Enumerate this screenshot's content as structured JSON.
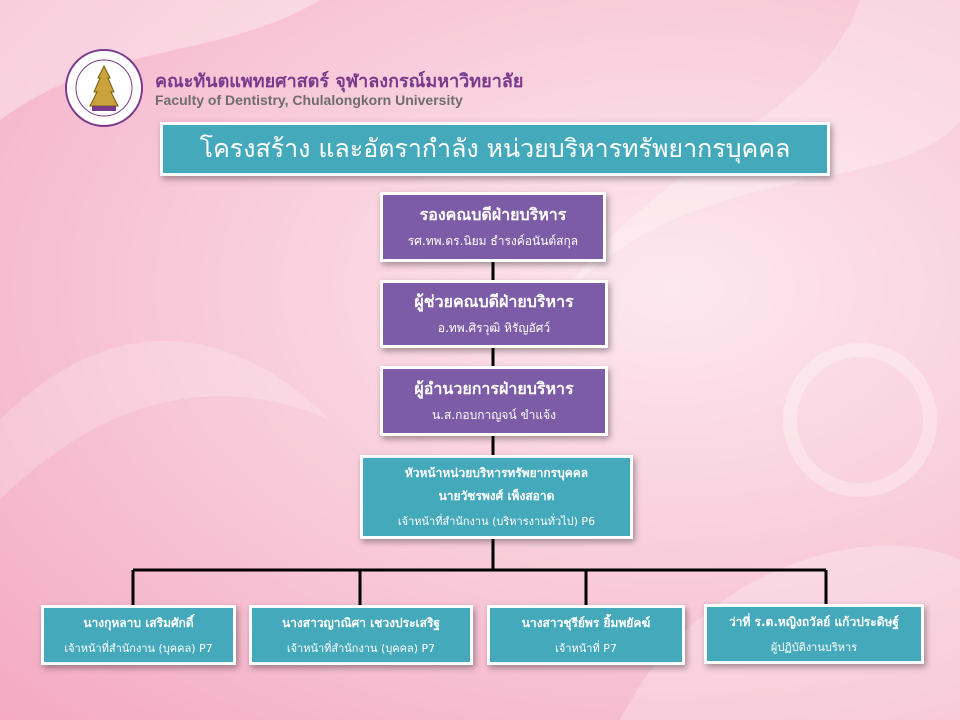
{
  "header": {
    "faculty_th": "คณะทันตแพทยศาสตร์ จุฬาลงกรณ์มหาวิทยาลัย",
    "faculty_en": "Faculty of Dentistry, Chulalongkorn University"
  },
  "title": "โครงสร้าง และอัตรากำลัง หน่วยบริหารทรัพยากรบุคคล",
  "org": {
    "level1": {
      "role": "รองคณบดีฝ่ายบริหาร",
      "name": "รศ.ทพ.ดร.นิยม ธำรงค์อนันต์สกุล"
    },
    "level2": {
      "role": "ผู้ช่วยคณบดีฝ่ายบริหาร",
      "name": "อ.ทพ.ศิรวุฒิ หิรัญอัศว์"
    },
    "level3": {
      "role": "ผู้อำนวยการฝ่ายบริหาร",
      "name": "น.ส.กอบกาญจน์ ขำแจ้ง"
    },
    "head": {
      "role": "หัวหน้าหน่วยบริหารทรัพยากรบุคคล",
      "name": "นายวัชรพงศ์ เพ็งสอาด",
      "position": "เจ้าหน้าที่สำนักงาน (บริหารงานทั่วไป) P6"
    },
    "staff": [
      {
        "name": "นางกุหลาบ เสริมศักดิ์",
        "position": "เจ้าหน้าที่สำนักงาน (บุคคล) P7"
      },
      {
        "name": "นางสาวญาณิศา เชวงประเสริฐ",
        "position": "เจ้าหน้าที่สำนักงาน (บุคคล) P7"
      },
      {
        "name": "นางสาวชุรีย์พร ยิ้มพยัคฆ์",
        "position": "เจ้าหน้าที่ P7"
      },
      {
        "name": "ว่าที่ ร.ต.หญิงถวัลย์ แก้วประดิษฐ์",
        "position": "ผู้ปฏิบัติงานบริหาร"
      }
    ]
  },
  "colors": {
    "purple": "#7c5ca6",
    "teal": "#45a9bc",
    "background": "#f8c7d7"
  }
}
